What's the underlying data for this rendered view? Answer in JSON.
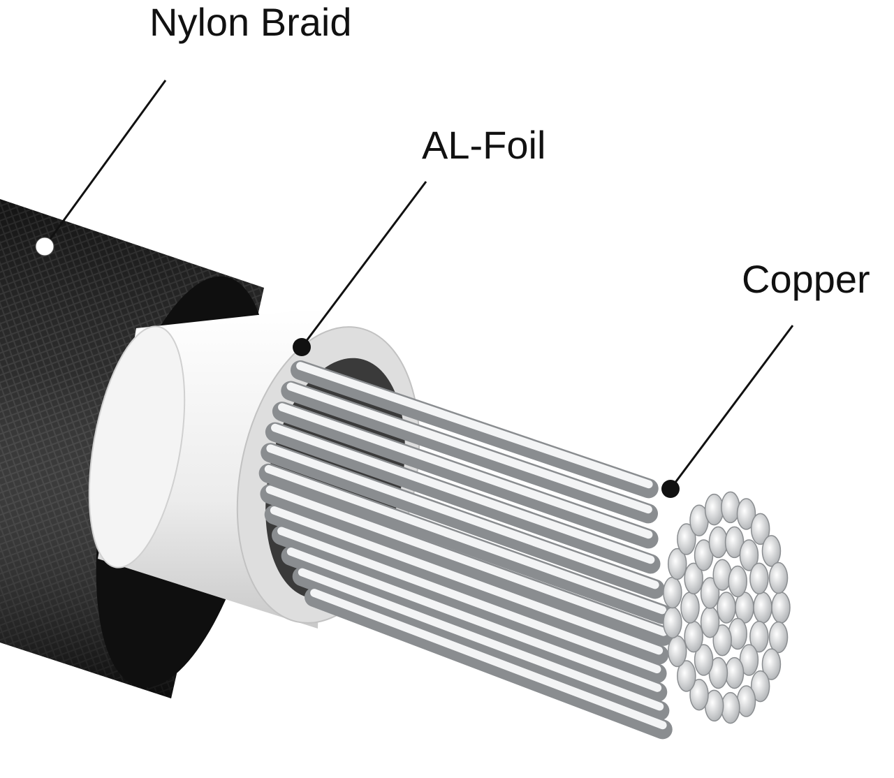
{
  "labels": {
    "nylon_braid": "Nylon Braid",
    "al_foil": "AL-Foil",
    "copper": "Copper"
  },
  "parts": [
    {
      "id": "nylon-braid",
      "color": "#161616"
    },
    {
      "id": "al-foil",
      "color": "#e6e6e6"
    },
    {
      "id": "copper-strands",
      "color": "#c9cbcd"
    }
  ]
}
